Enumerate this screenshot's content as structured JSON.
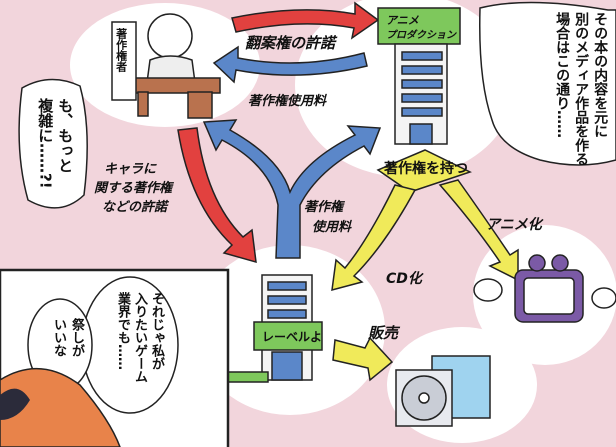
{
  "author": {
    "sign": "著作権者"
  },
  "studio": {
    "sign": "アニメプロダクション",
    "sign_line1": "アニメ",
    "sign_line2": "プロダクション"
  },
  "label": {
    "sign": "レーベルよ"
  },
  "arrows": {
    "adaptation_permission": "翻案権の許諾",
    "copyright_fee_top": "著作権使用料",
    "character_rights": "キャラに関する著作権などの許諾",
    "character_rights_line1": "キャラに",
    "character_rights_line2": "関する著作権",
    "character_rights_line3": "などの許諾",
    "copyright_fee_center": "著作権使用料",
    "copyright_fee_center_line1": "著作権",
    "copyright_fee_center_line2": "使用料",
    "holds_copyright": "著作権を持つ",
    "cd": "CD化",
    "anime": "アニメ化",
    "sales": "販売"
  },
  "bubbles": {
    "narration": "その本の内容を元に別のメディア作品を作る場合はこの通り……",
    "narration_col1": "その本の内容を元に",
    "narration_col2": "別のメディア作品を作る",
    "narration_col3": "場合はこの通り……",
    "complicated": "も、もっと複雑に……?!",
    "complicated_col1": "も、もっと",
    "complicated_col2": "複雑に……?!",
    "game_col1": "それじゃ私が",
    "game_col2": "入りたいゲーム",
    "game_col3": "業界でも……",
    "festival_col1": "祭しが",
    "festival_col2": "いいな"
  },
  "colors": {
    "background": "#f2d5dc",
    "red_arrow": "#e2413f",
    "blue_arrow": "#5b87c9",
    "yellow_arrow": "#f0ea5a"
  }
}
